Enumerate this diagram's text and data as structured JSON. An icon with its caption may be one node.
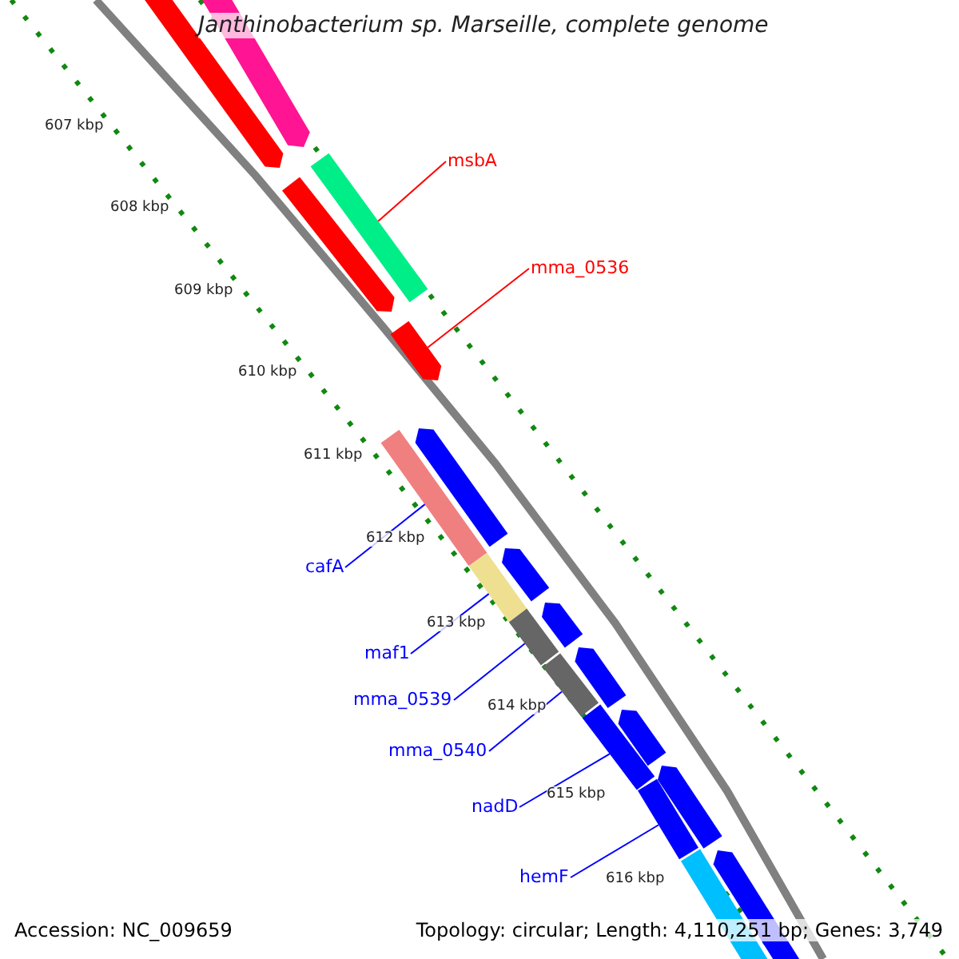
{
  "diagram": {
    "title": "Janthinobacterium sp. Marseille, complete genome",
    "nodes": [
      {
        "text": [
          "msbA"
        ]
      },
      {
        "text": [],
        "shape": "bar"
      },
      {
        "text": [
          "mma_0536"
        ]
      },
      {
        "text": [],
        "shape": "bar"
      },
      {
        "text": [
          "cafA"
        ]
      },
      {
        "text": [],
        "shape": "bar"
      },
      {
        "text": [
          "maf1"
        ]
      },
      {
        "text": [],
        "shape": "bar"
      },
      {
        "text": [
          "mma_0539"
        ]
      },
      {
        "text": [],
        "shape": "bar"
      },
      {
        "text": [
          "mma_0540"
        ]
      },
      {
        "text": [],
        "shape": "bar"
      },
      {
        "text": [
          "nadD"
        ]
      },
      {
        "text": [],
        "shape": "bar"
      },
      {
        "text": [
          "hemF"
        ]
      },
      {
        "text": [],
        "shape": "bar"
      },
      {
        "text": [],
        "shape": "bar"
      },
      {
        "text": [],
        "shape": "bar"
      },
      {
        "text": [],
        "shape": "bar"
      },
      {
        "text": [],
        "shape": "bar"
      },
      {
        "text": [],
        "shape": "bar"
      },
      {
        "text": [],
        "shape": "bar"
      },
      {
        "text": [],
        "shape": "bar"
      },
      {
        "text": [],
        "shape": "bar"
      },
      {
        "text": [],
        "shape": "bar"
      },
      {
        "text": [],
        "shape": "bar"
      },
      {
        "text": [],
        "shape": "bar"
      }
    ],
    "edges": [
      {
        "from": 0,
        "to": 1,
        "arrow": "none",
        "color": "#ff0000"
      },
      {
        "from": 2,
        "to": 3,
        "arrow": "none",
        "color": "#ff0000"
      },
      {
        "from": 4,
        "to": 5,
        "arrow": "none"
      },
      {
        "from": 6,
        "to": 7,
        "arrow": "none"
      },
      {
        "from": 8,
        "to": 9,
        "arrow": "none"
      },
      {
        "from": 10,
        "to": 11,
        "arrow": "none"
      },
      {
        "from": 12,
        "to": 13,
        "arrow": "none"
      },
      {
        "from": 14,
        "to": 15,
        "arrow": "none"
      }
    ],
    "labels": [
      "607 kbp",
      "608 kbp",
      "609 kbp",
      "610 kbp",
      "611 kbp",
      "612 kbp",
      "613 kbp",
      "614 kbp",
      "615 kbp",
      "616 kbp",
      "Accession: NC_009659",
      "Topology: circular; Length: 4,110,251 bp; Genes: 3,749"
    ]
  }
}
